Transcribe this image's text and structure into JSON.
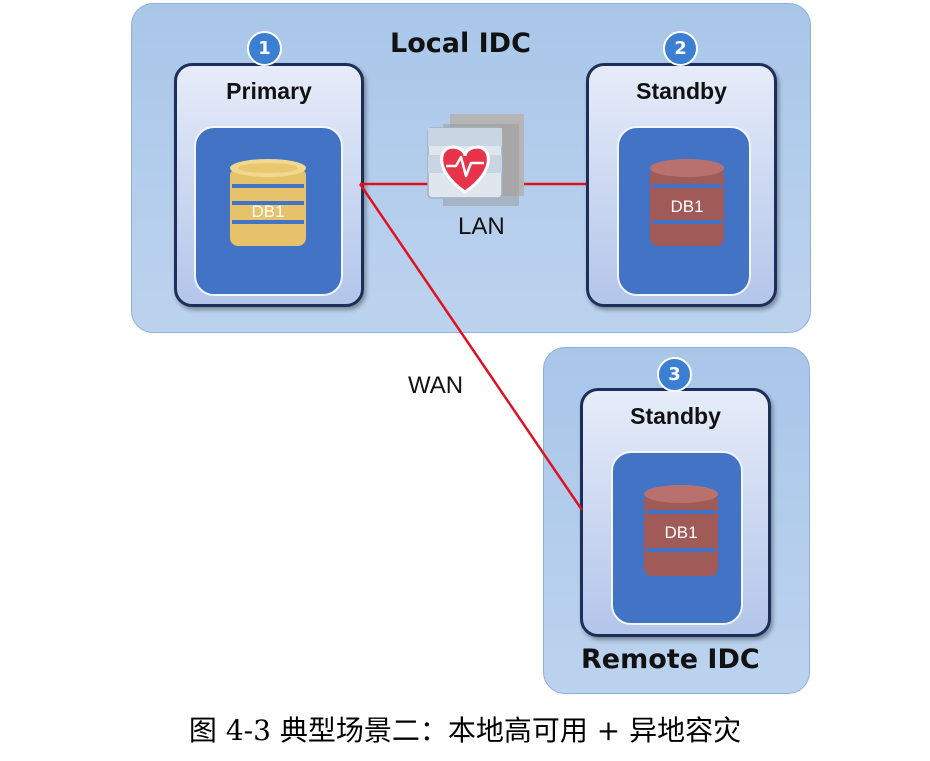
{
  "local_idc": {
    "title": "Local IDC"
  },
  "remote_idc": {
    "title": "Remote IDC"
  },
  "nodes": [
    {
      "badge": "1",
      "role": "Primary",
      "db": "DB1",
      "db_color": "#e6c36a"
    },
    {
      "badge": "2",
      "role": "Standby",
      "db": "DB1",
      "db_color": "#a05a57"
    },
    {
      "badge": "3",
      "role": "Standby",
      "db": "DB1",
      "db_color": "#a05a57"
    }
  ],
  "links": {
    "lan": "LAN",
    "wan": "WAN"
  },
  "colors": {
    "link": "#e0101e",
    "heartbeat": "#e8344a",
    "panel": "#4373c4"
  },
  "icons": {
    "heartbeat": "heartbeat-server-icon",
    "database": "database-icon"
  },
  "caption": "图 4-3 典型场景二：本地高可用 + 异地容灾"
}
